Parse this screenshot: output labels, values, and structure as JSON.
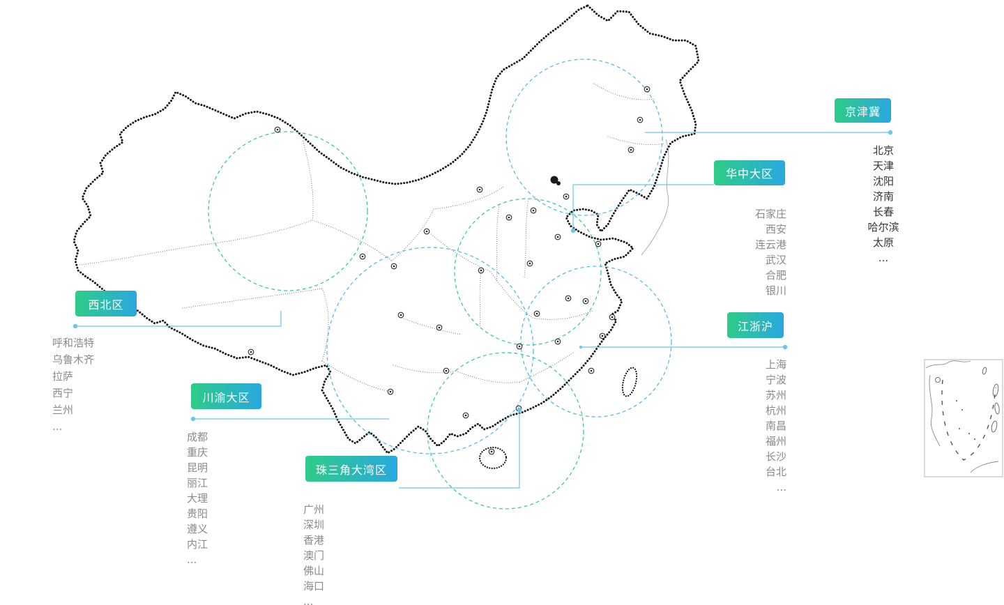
{
  "regions": [
    {
      "id": "jingjinji",
      "label": "京津冀",
      "cities": [
        "北京",
        "天津",
        "沈阳",
        "济南",
        "长春",
        "哈尔滨",
        "太原",
        "..."
      ]
    },
    {
      "id": "huazhong",
      "label": "华中大区",
      "cities": [
        "石家庄",
        "西安",
        "连云港",
        "武汉",
        "合肥",
        "银川"
      ]
    },
    {
      "id": "xibei",
      "label": "西北区",
      "cities": [
        "呼和浩特",
        "乌鲁木齐",
        "拉萨",
        "西宁",
        "兰州",
        "..."
      ]
    },
    {
      "id": "jiangzhehu",
      "label": "江浙沪",
      "cities": [
        "上海",
        "宁波",
        "苏州",
        "杭州",
        "南昌",
        "福州",
        "长沙",
        "台北",
        "..."
      ]
    },
    {
      "id": "chuanyu",
      "label": "川渝大区",
      "cities": [
        "成都",
        "重庆",
        "昆明",
        "丽江",
        "大理",
        "贵阳",
        "遵义",
        "内江",
        "..."
      ]
    },
    {
      "id": "zhusanjiao",
      "label": "珠三角大湾区",
      "cities": [
        "广州",
        "深圳",
        "香港",
        "澳门",
        "佛山",
        "海口",
        "..."
      ]
    }
  ],
  "colors": {
    "badge_gradient_start": "#2ecc87",
    "badge_gradient_end": "#29a8e0",
    "connector": "#6cc5ef",
    "circle_blue": "#55bbeb",
    "circle_green": "#3fcd8c",
    "map_stroke": "#161616",
    "city_list_dark": "#333333",
    "city_list_gray": "#8a8a8a"
  }
}
